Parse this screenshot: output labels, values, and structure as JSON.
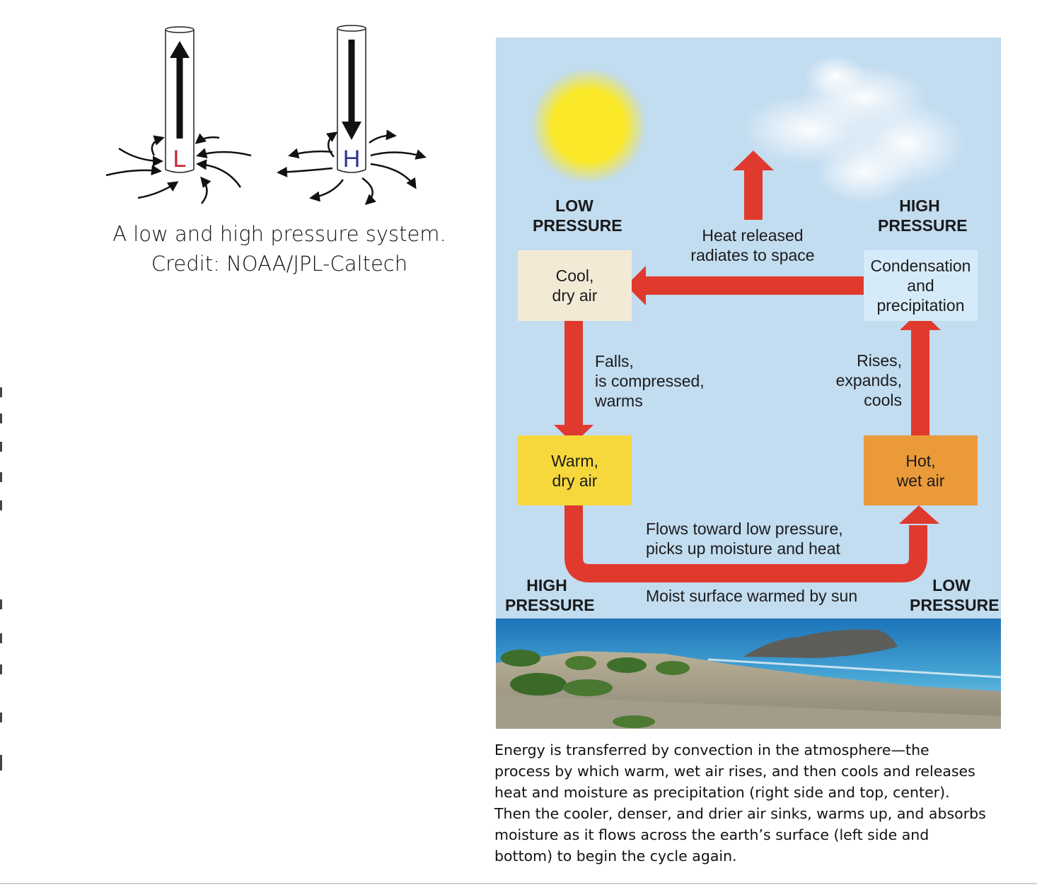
{
  "left_figure": {
    "low_letter": "L",
    "high_letter": "H",
    "caption_lines": [
      "A low and high pressure system.",
      "Credit: NOAA/JPL-Caltech"
    ],
    "colors": {
      "low_letter": "#c0282d",
      "high_letter": "#2a3590"
    }
  },
  "convection_diagram": {
    "pressure_labels": {
      "top_left": [
        "LOW",
        "PRESSURE"
      ],
      "top_right": [
        "HIGH",
        "PRESSURE"
      ],
      "bottom_left": [
        "HIGH",
        "PRESSURE"
      ],
      "bottom_right": [
        "LOW",
        "PRESSURE"
      ]
    },
    "boxes": {
      "cool_dry": [
        "Cool,",
        "dry air"
      ],
      "condensation": [
        "Condensation",
        "and",
        "precipitation"
      ],
      "warm_dry": [
        "Warm,",
        "dry air"
      ],
      "hot_wet": [
        "Hot,",
        "wet air"
      ]
    },
    "arrow_labels": {
      "heat_released": [
        "Heat released",
        "radiates to space"
      ],
      "falls": [
        "Falls,",
        "is compressed,",
        "warms"
      ],
      "rises": [
        "Rises,",
        "expands,",
        "cools"
      ],
      "flows": [
        "Flows toward low pressure,",
        "picks up moisture and heat"
      ],
      "surface": "Moist surface warmed by sun"
    },
    "colors": {
      "sky": "#c2dcf0",
      "arrow": "#e03a2e",
      "cool_box": "#f3ead6",
      "condensation_box": "#d6ebfa",
      "warm_box": "#f7d83c",
      "hot_box": "#eb9a3a",
      "sun": "#fbe828"
    }
  },
  "right_caption_lines": [
    "Energy is transferred by convection in the atmosphere—the",
    "process by which warm, wet air rises, and then cools and releases",
    "heat and moisture as precipitation (right side and top, center).",
    "Then the cooler, denser, and drier air sinks, warms up, and absorbs",
    "moisture as it flows across the earth’s surface (left side and",
    "bottom) to begin the cycle again."
  ]
}
